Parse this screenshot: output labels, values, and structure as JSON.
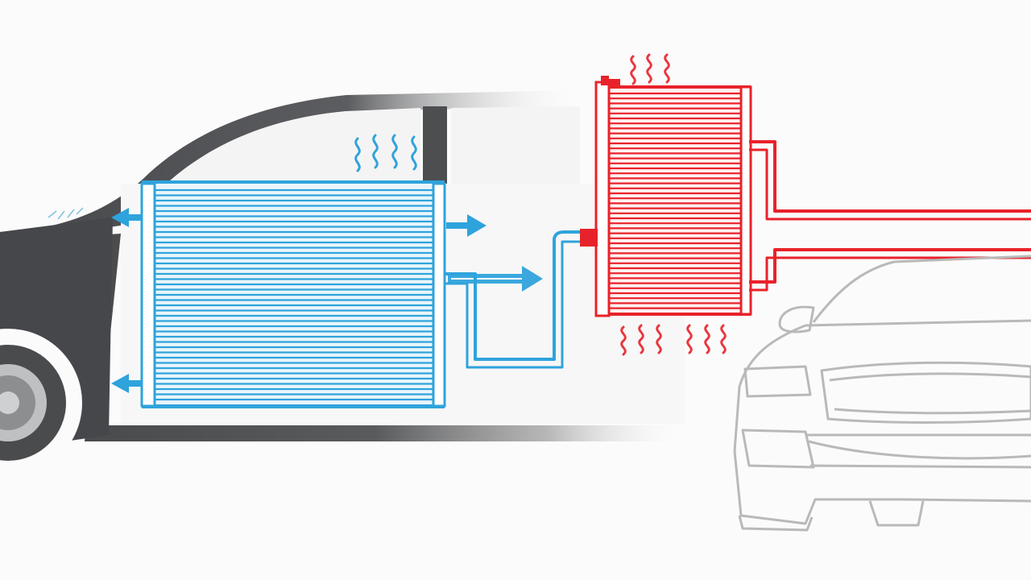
{
  "diagram": {
    "labels": [],
    "colors": {
      "background": "#fbfbfb",
      "car_body": "#4a4b4d",
      "car_outline": "#b9b9b9",
      "evaporator": "#2fa3dc",
      "evaporator_fin": "#dff2fb",
      "condenser": "#e8222a",
      "condenser_fin": "#ffd9d9",
      "cool_flow": "#2fa3dc",
      "hot_flow": "#e8222a"
    },
    "parts": {
      "evaporator": {
        "role": "cold",
        "icon": "cooling-waves-icon"
      },
      "condenser": {
        "role": "hot",
        "icon": "heat-waves-icon"
      },
      "side_car": {
        "icon": "car-side-silhouette"
      },
      "front_car": {
        "icon": "car-front-outline"
      }
    },
    "flows": {
      "cold_air_out_arrows": 4,
      "heat_wave_groups": 3,
      "cool_wave_groups": 1
    }
  }
}
